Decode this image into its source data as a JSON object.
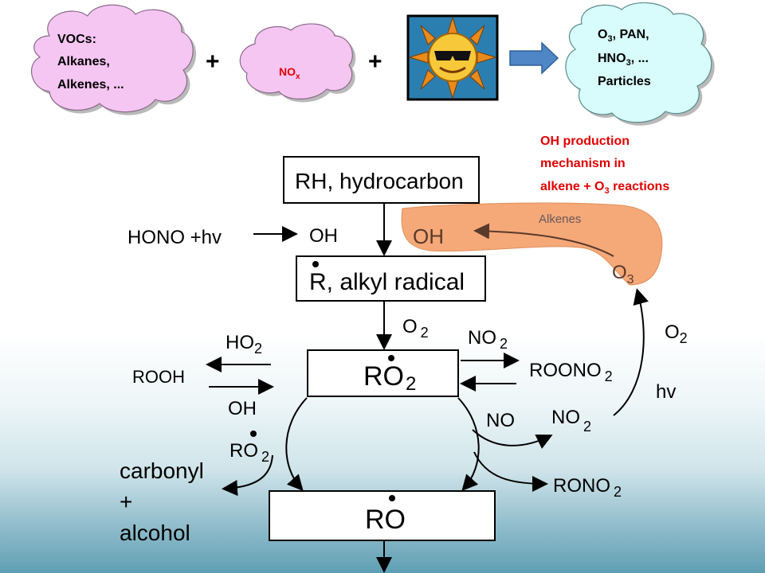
{
  "top": {
    "vocs": {
      "line1": "VOCs:",
      "line2": "Alkanes,",
      "line3": "Alkenes, ..."
    },
    "plus1": "+",
    "nox": {
      "main": "NO",
      "sub": "x"
    },
    "plus2": "+",
    "products": {
      "line1_main": "O",
      "line1_sub": "3",
      "line1_rest": ", PAN,",
      "line2_main": "HNO",
      "line2_sub": "3",
      "line2_rest": ", ...",
      "line3": "Particles"
    },
    "sun_icon": "sun-with-sunglasses-icon"
  },
  "note": {
    "line1": "OH production",
    "line2": "mechanism in",
    "line3_main": "alkene + O",
    "line3_sub": "3",
    "line3_rest": " reactions"
  },
  "alkene_band": {
    "alkenes": "Alkenes",
    "oh": "OH",
    "o3_main": "O",
    "o3_sub": "3"
  },
  "boxes": {
    "rh": "RH, hydrocarbon",
    "r_main": "R, alkyl radical",
    "ro2_main": "RO",
    "ro2_sub": "2",
    "ro": "RO"
  },
  "labels": {
    "hono": "HONO +hv",
    "oh_left": "OH",
    "o2_mid_main": "O",
    "o2_mid_sub": "2",
    "no2_top_main": "NO",
    "no2_top_sub": "2",
    "o2_right_main": "O",
    "o2_right_sub": "2",
    "ho2_main": "HO",
    "ho2_sub": "2",
    "rooh": "ROOH",
    "roono2_main": "ROONO",
    "roono2_sub": "2",
    "hv": "hv",
    "oh_lower": "OH",
    "no": "NO",
    "no2_low_main": "NO",
    "no2_low_sub": "2",
    "ro2_low_main": "RO",
    "ro2_low_sub": "2",
    "carbonyl": "carbonyl",
    "plus": "+",
    "alcohol": "alcohol",
    "rono2_main": "RONO",
    "rono2_sub": "2"
  },
  "colors": {
    "cloud_pink": "#f6c6f2",
    "cloud_cyan": "#d8fbfb",
    "band_orange": "#f5a878",
    "arrow_blue": "#4f86c6",
    "note_red": "#e00000"
  }
}
